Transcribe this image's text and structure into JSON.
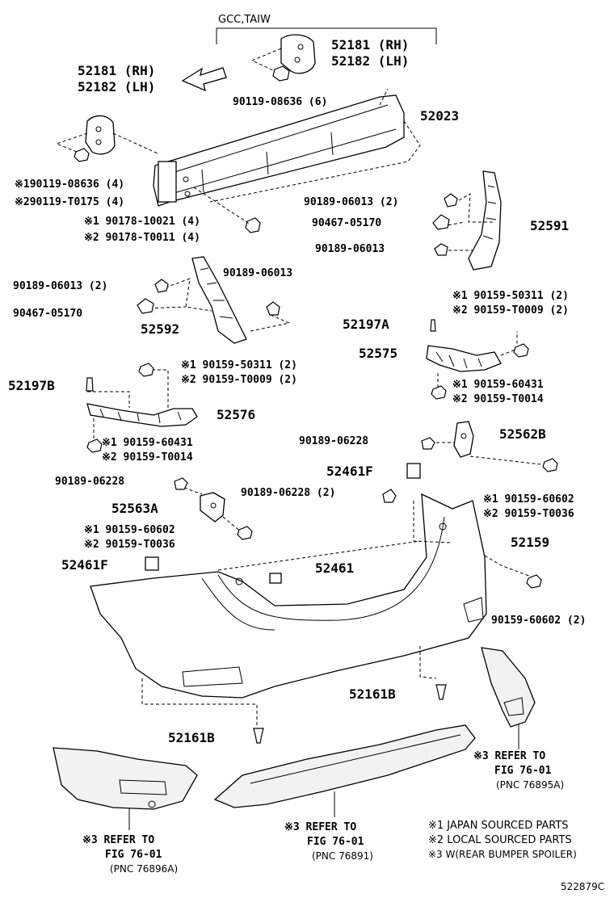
{
  "header": {
    "region": "GCC,TAIW"
  },
  "labels": {
    "p52181_rh_top": "52181 (RH)",
    "p52182_lh_top": "52182 (LH)",
    "p52181_rh_left": "52181 (RH)",
    "p52182_lh_left": "52182 (LH)",
    "p90119_08636_6": "90119-08636 (6)",
    "p52023": "52023",
    "p90119_08636_4": "※190119-08636 (4)",
    "p90119_T0175_4": "※290119-T0175 (4)",
    "p90178_10021_4": "※1 90178-10021 (4)",
    "p90178_T0011_4": "※2 90178-T0011 (4)",
    "p90189_06013_2_right": "90189-06013 (2)",
    "p90467_05170_right": "90467-05170",
    "p52591": "52591",
    "p90189_06013_right": "90189-06013",
    "p90189_06013_2_left": "90189-06013 (2)",
    "p90189_06013_left": "90189-06013",
    "p90467_05170_left": "90467-05170",
    "p52592": "52592",
    "p90159_50311_2_right": "※1 90159-50311 (2)",
    "p90159_T0009_2_right": "※2 90159-T0009 (2)",
    "p52197A": "52197A",
    "p52575": "52575",
    "p90159_60431_right": "※1 90159-60431",
    "p90159_T0014_right": "※2 90159-T0014",
    "p90159_50311_2_left": "※1 90159-50311 (2)",
    "p90159_T0009_2_left": "※2 90159-T0009 (2)",
    "p52197B": "52197B",
    "p52576": "52576",
    "p90159_60431_left": "※1  90159-60431",
    "p90159_T0014_left": "※2  90159-T0014",
    "p90189_06228_right": "90189-06228",
    "p52562B": "52562B",
    "p52461F_center": "52461F",
    "p90189_06228_left": "90189-06228",
    "p90189_06228_2": "90189-06228 (2)",
    "p90159_60602_right": "※1 90159-60602",
    "p90159_T0036_right": "※2 90159-T0036",
    "p52563A": "52563A",
    "p52159": "52159",
    "p90159_60602_left": "※1 90159-60602",
    "p90159_T0036_left": "※2 90159-T0036",
    "p52461F_left": "52461F",
    "p52461": "52461",
    "p90159_60602_2": "90159-60602 (2)",
    "p52161B_right": "52161B",
    "p52161B_left": "52161B",
    "ref_right_1": "※3 REFER  TO",
    "ref_right_2": "FIG  76-01",
    "ref_right_3": "(PNC  76895A)",
    "ref_left_1": "※3 REFER  TO",
    "ref_left_2": "FIG  76-01",
    "ref_left_3": "(PNC  76896A)",
    "ref_center_1": "※3 REFER  TO",
    "ref_center_2": "FIG  76-01",
    "ref_center_3": "(PNC  76891)"
  },
  "notes": {
    "note1": "※1 JAPAN SOURCED PARTS",
    "note2": "※2 LOCAL SOURCED PARTS",
    "note3": "※3 W(REAR BUMPER SPOILER)"
  },
  "diagram_code": "522879C"
}
